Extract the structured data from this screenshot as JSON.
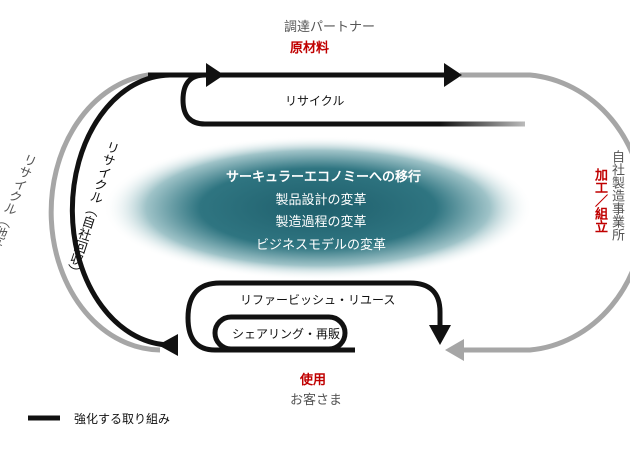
{
  "nodes": {
    "supplier_label": "調達パートナー",
    "supplier_role": "原材料",
    "process_role": "加工／組立",
    "process_label": "自社製造事業所",
    "use_role": "使用",
    "use_label": "お客さま"
  },
  "loops": {
    "inner_top": "リサイクル",
    "refurbish": "リファービッシュ・リユース",
    "sharing": "シェアリング・再販",
    "recycle_other": "リサイクル（他社回収）",
    "recycle_own": "リサイクル（自社回収）"
  },
  "center": {
    "title": "サーキュラーエコノミーへの移行",
    "line1": "製品設計の変革",
    "line2": "製造過程の変革",
    "line3": "ビジネスモデルの変革",
    "glow_color": "#2e6e7a"
  },
  "legend": {
    "text": "強化する取り組み",
    "color": "#111111"
  }
}
